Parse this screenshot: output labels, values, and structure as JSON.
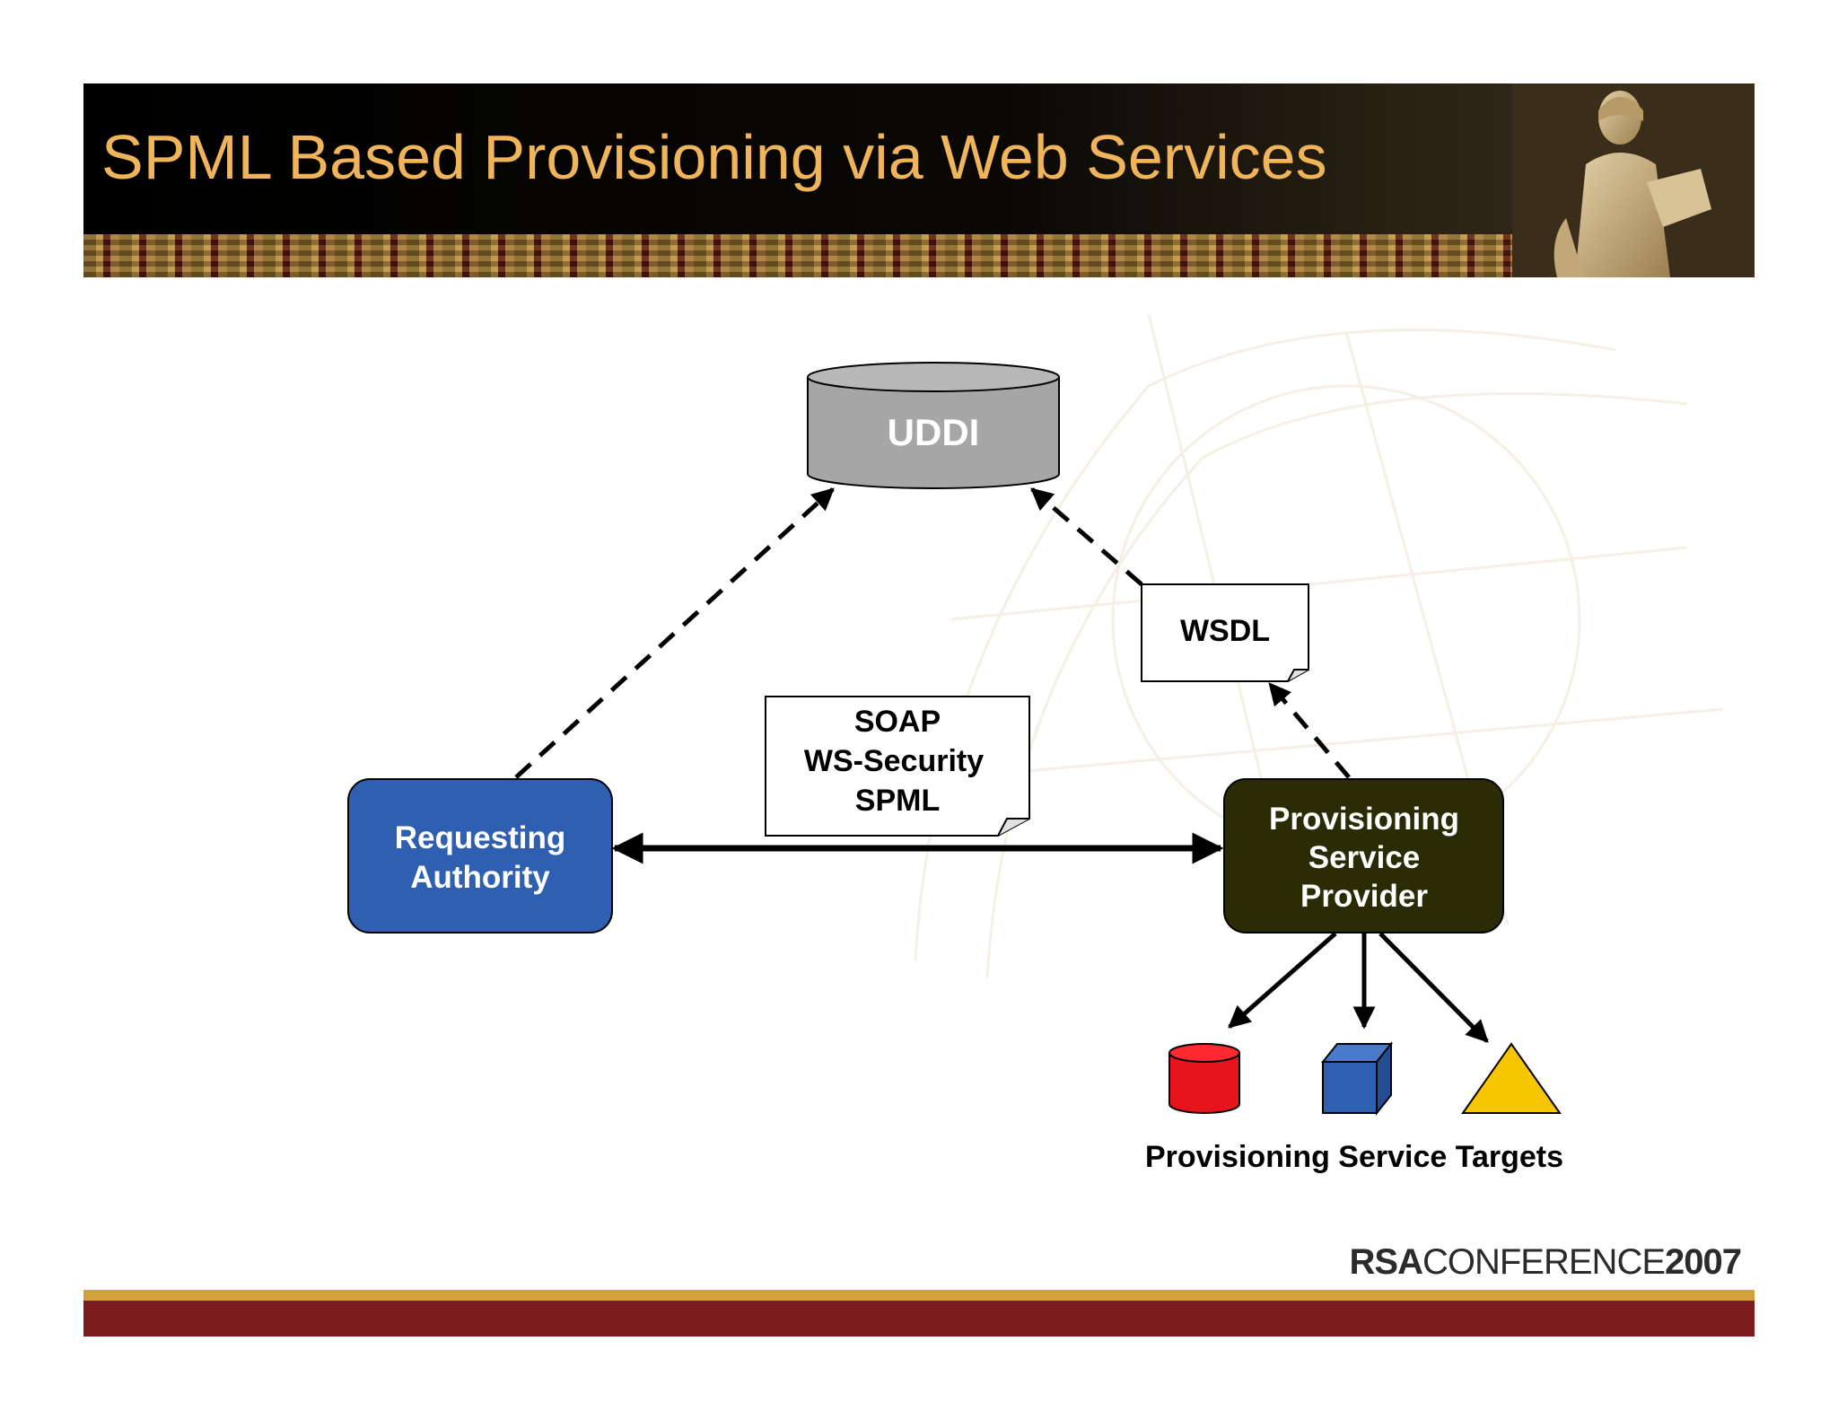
{
  "header": {
    "title": "SPML Based Provisioning via Web Services"
  },
  "nodes": {
    "uddi": "UDDI",
    "wsdl": "WSDL",
    "soap_doc": [
      "SOAP",
      "WS-Security",
      "SPML"
    ],
    "requesting_authority": [
      "Requesting",
      "Authority"
    ],
    "provisioning_service_provider": [
      "Provisioning",
      "Service",
      "Provider"
    ],
    "targets_label": "Provisioning Service Targets"
  },
  "footer": {
    "logo_rsa": "RSA",
    "logo_conference": "CONFERENCE",
    "logo_year": "2007"
  },
  "colors": {
    "title": "#f0b55a",
    "requesting_authority": "#2e5fb0",
    "provisioning_service_provider": "#2b2b05",
    "uddi": "#a6a6a6",
    "target_cylinder": "#e8141c",
    "target_cube": "#2e5fb0",
    "target_triangle": "#f7c600",
    "footer_gold": "#d4a23a",
    "footer_red": "#7d1c1f"
  }
}
